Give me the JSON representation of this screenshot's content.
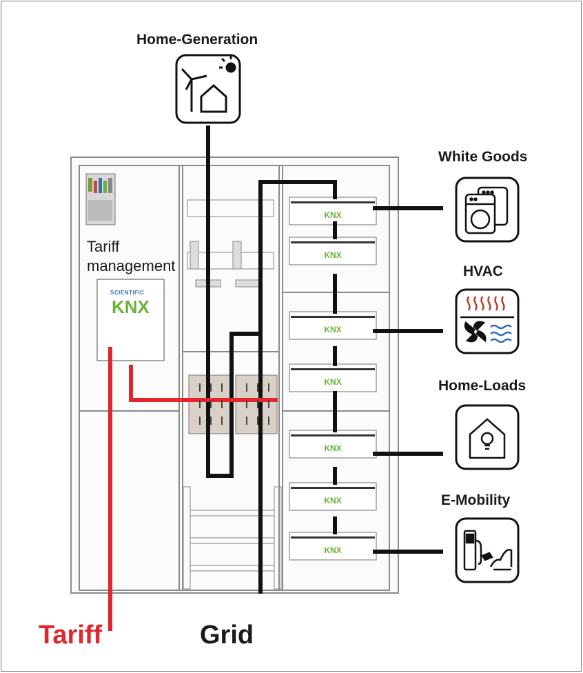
{
  "labels": {
    "home_generation": "Home-Generation",
    "white_goods": "White Goods",
    "hvac": "HVAC",
    "home_loads": "Home-Loads",
    "e_mobility": "E-Mobility",
    "tariff_management_line1": "Tariff",
    "tariff_management_line2": "management",
    "tariff": "Tariff",
    "grid": "Grid"
  },
  "knx": {
    "logo_text": "KNX",
    "scientific_text": "SCIENTIFIC"
  },
  "icons": {
    "home_generation": "wind-turbine-sun-house-icon",
    "white_goods": "washing-machine-icon",
    "hvac": "heating-fan-water-icon",
    "home_loads": "house-lightbulb-icon",
    "e_mobility": "ev-charger-icon"
  },
  "colors": {
    "tariff_line": "#e2262b",
    "bus_line": "#111111",
    "knx_green": "#6bb23a",
    "knx_blue": "#3a6fb0",
    "heat_red": "#c0392b",
    "water_blue": "#2f6db5"
  }
}
